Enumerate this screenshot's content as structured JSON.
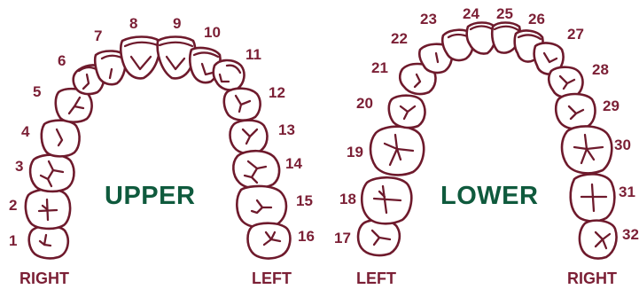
{
  "colors": {
    "tooth_outline": "#6e1a2c",
    "labels": "#7b1f35",
    "arch_titles": "#0f5a3d",
    "background": "#ffffff"
  },
  "upper": {
    "title": "UPPER",
    "right_label": "RIGHT",
    "left_label": "LEFT",
    "teeth": [
      "1",
      "2",
      "3",
      "4",
      "5",
      "6",
      "7",
      "8",
      "9",
      "10",
      "11",
      "12",
      "13",
      "14",
      "15",
      "16"
    ]
  },
  "lower": {
    "title": "LOWER",
    "left_label": "LEFT",
    "right_label": "RIGHT",
    "teeth": [
      "17",
      "18",
      "19",
      "20",
      "21",
      "22",
      "23",
      "24",
      "25",
      "26",
      "27",
      "28",
      "29",
      "30",
      "31",
      "32"
    ]
  }
}
